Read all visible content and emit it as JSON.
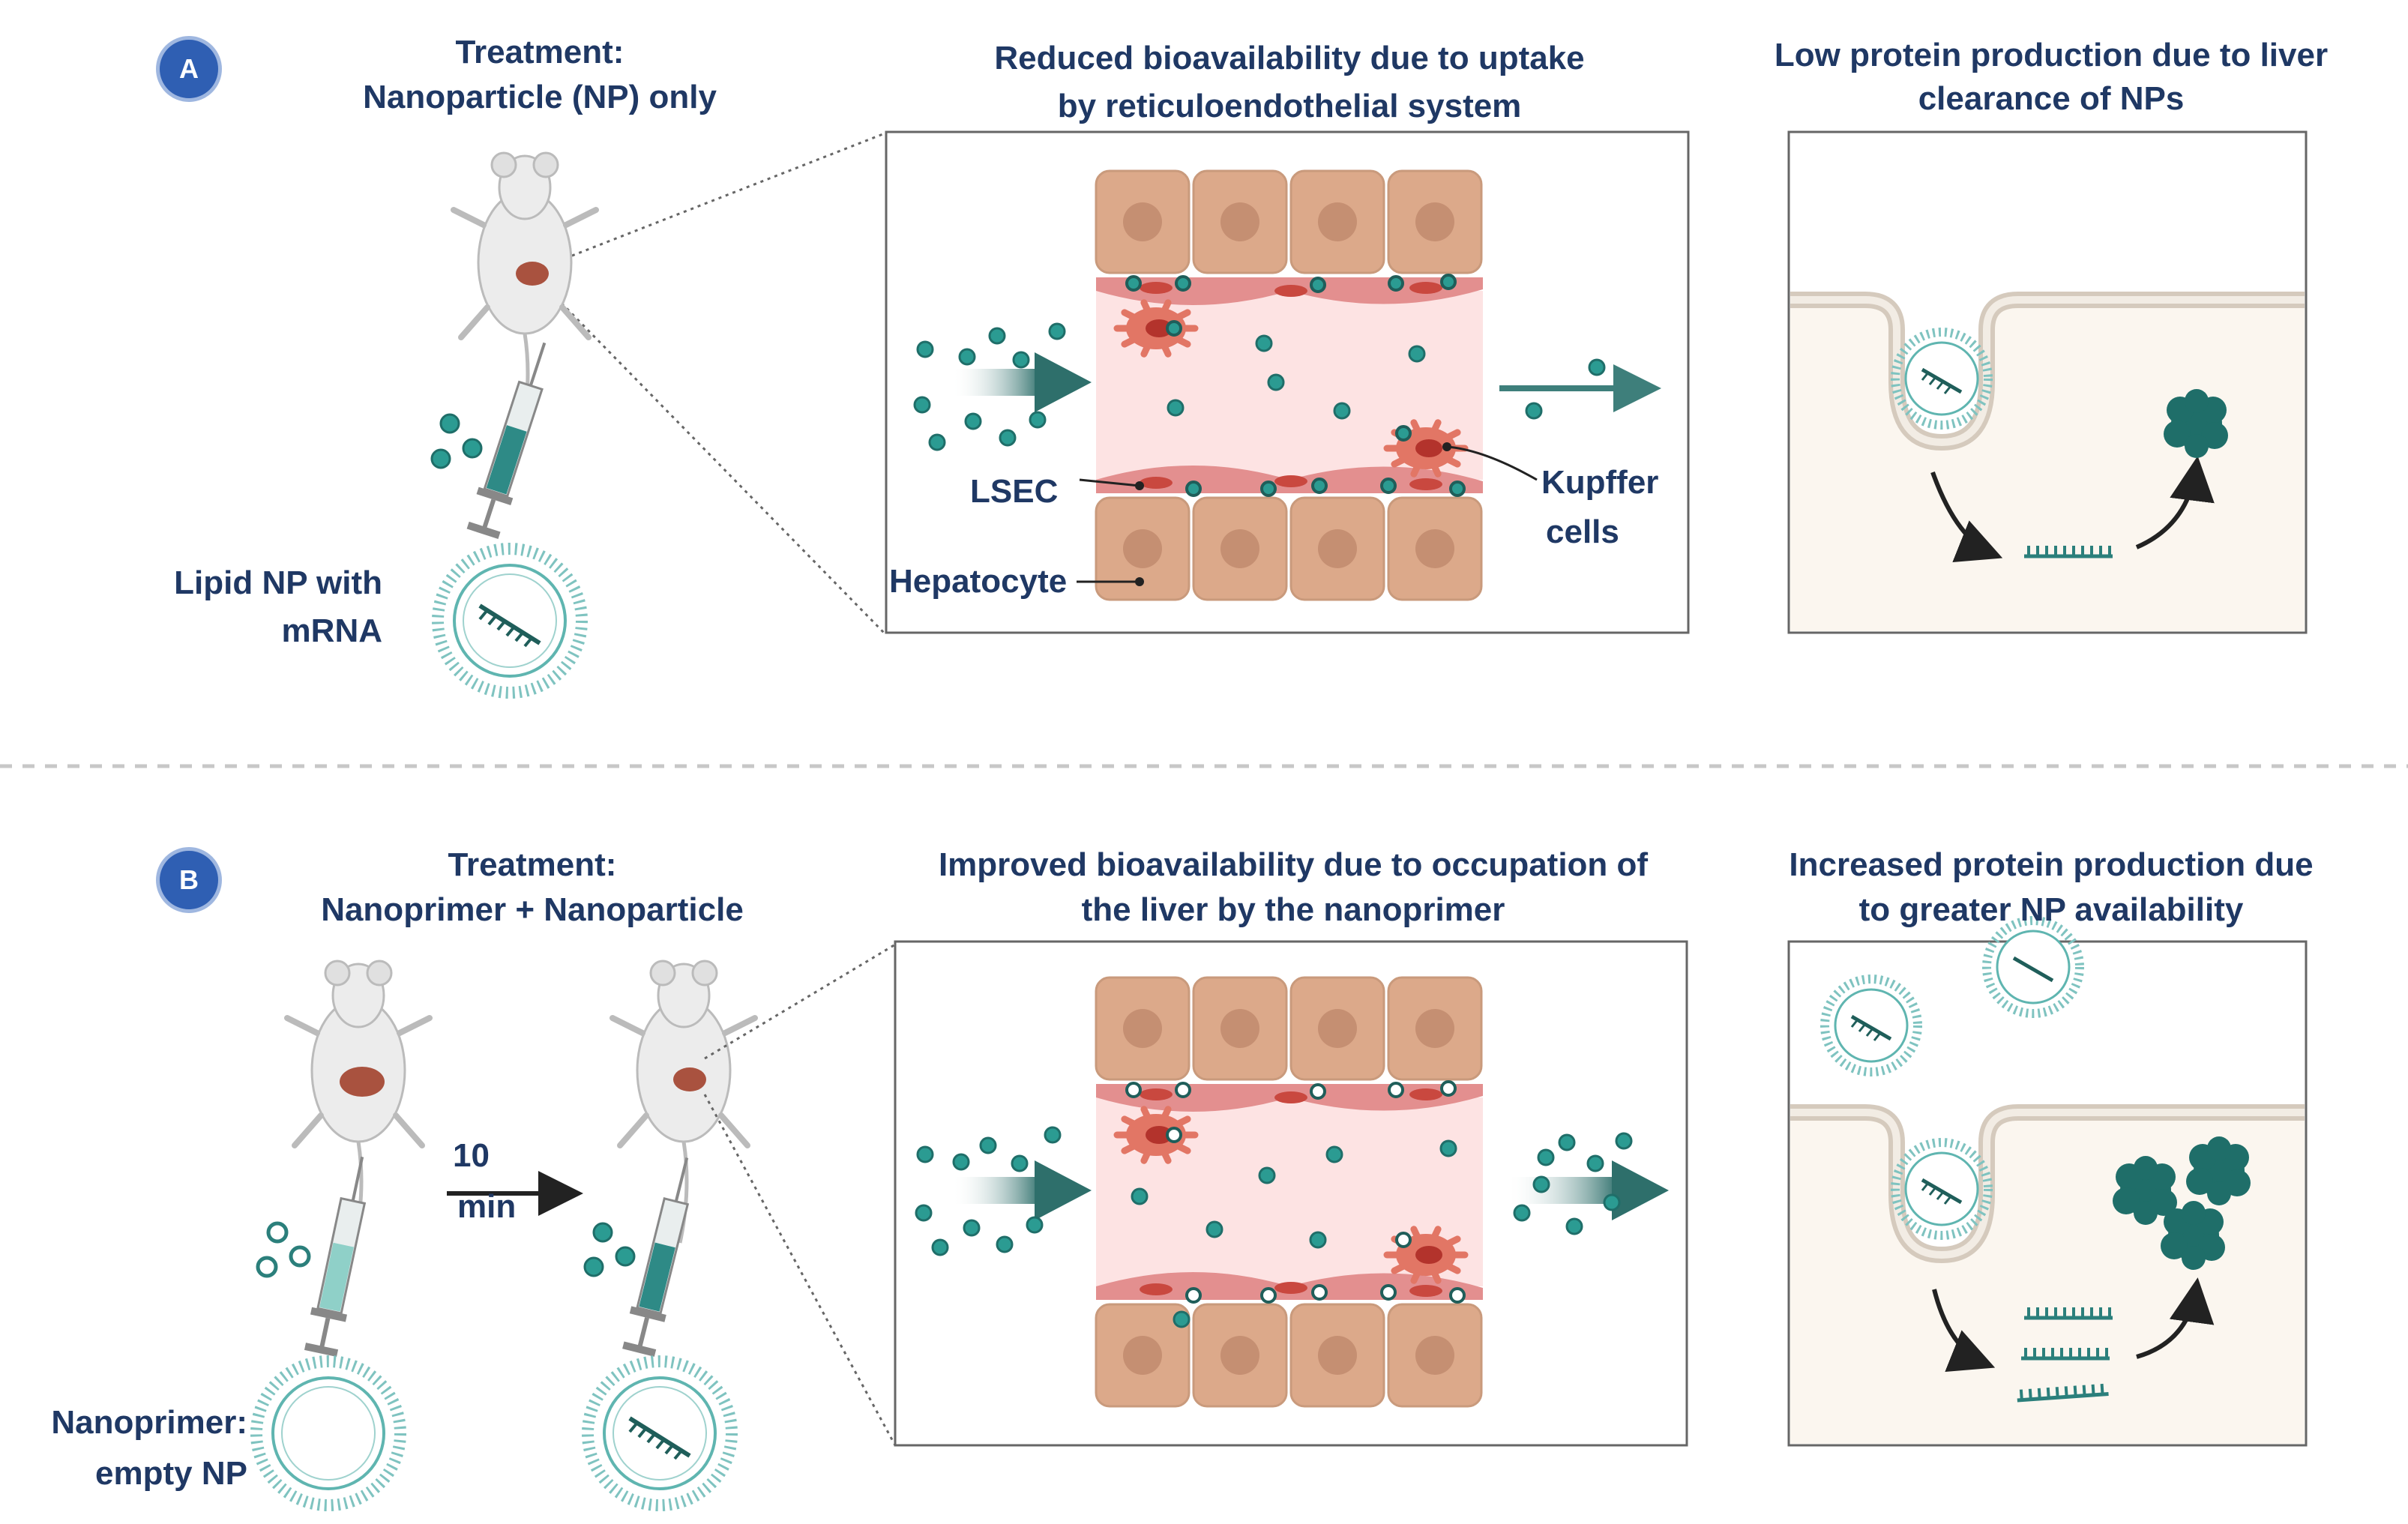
{
  "panel_a": {
    "badge": "A",
    "treatment_line1": "Treatment:",
    "treatment_line2": "Nanoparticle (NP) only",
    "mid_title_line1": "Reduced bioavailability due to uptake",
    "mid_title_line2": "by reticuloendothelial system",
    "right_title_line1": "Low protein production due to liver",
    "right_title_line2": "clearance of NPs",
    "np_label_line1": "Lipid NP with",
    "np_label_line2": "mRNA",
    "lsec_label": "LSEC",
    "hepatocyte_label": "Hepatocyte",
    "kupffer_label_line1": "Kupffer",
    "kupffer_label_line2": "cells"
  },
  "panel_b": {
    "badge": "B",
    "treatment_line1": "Treatment:",
    "treatment_line2": "Nanoprimer + Nanoparticle",
    "mid_title_line1": "Improved bioavailability due to occupation of",
    "mid_title_line2": "the liver by the nanoprimer",
    "right_title_line1": "Increased protein production due",
    "right_title_line2": "to greater NP availability",
    "time_line1": "10",
    "time_line2": "min",
    "primer_label_line1": "Nanoprimer:",
    "primer_label_line2": "empty NP"
  },
  "colors": {
    "title_text": "#1f3864",
    "badge": "#2f5fb3",
    "teal": "#2b7f7b",
    "teal_dark": "#1f5e5a",
    "hepatocyte": "#dca98a",
    "hepatocyte_nucleus": "#c58f72",
    "endothelium": "#e38f8f",
    "sinusoid": "#fde3e3",
    "kupffer": "#e27665",
    "cytoplasm": "#fbf6ef",
    "membrane": "#d9cfc2"
  }
}
